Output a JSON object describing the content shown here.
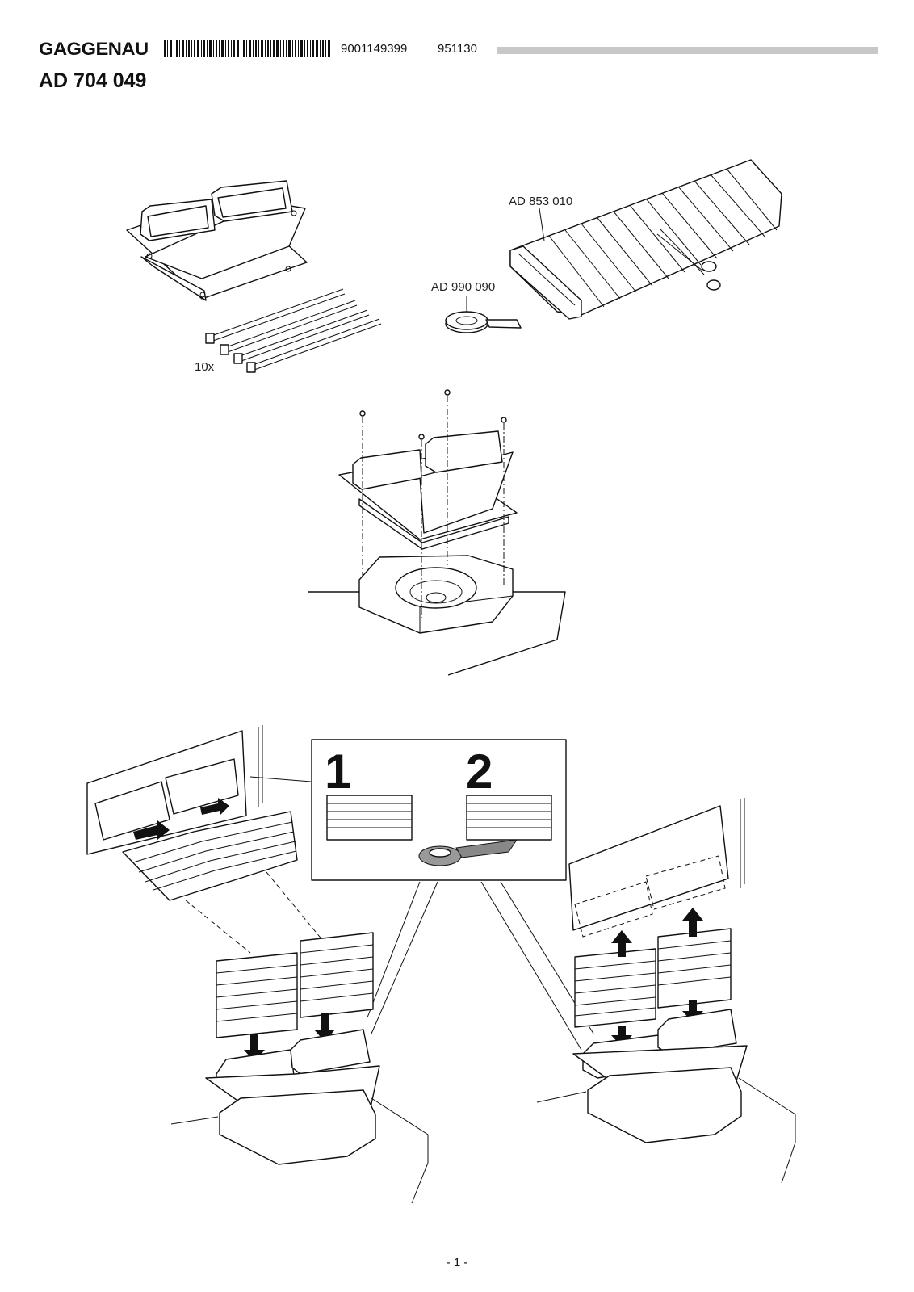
{
  "header": {
    "brand": "GAGGENAU",
    "part_number": "9001149399",
    "date_code": "951130",
    "model": "AD 704 049"
  },
  "parts": {
    "hose_code": "AD 853 010",
    "tape_code": "AD 990 090",
    "cable_tie_quantity": "10x"
  },
  "detail": {
    "step1": "1",
    "step2": "2"
  },
  "footer": {
    "page": "- 1 -"
  }
}
